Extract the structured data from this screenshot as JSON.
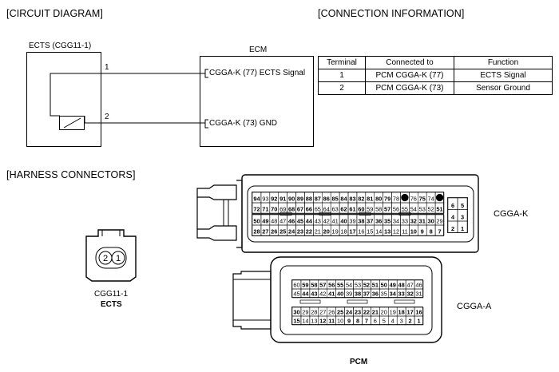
{
  "headings": {
    "circuit_diagram": "[CIRCUIT DIAGRAM]",
    "connection_info": "[CONNECTION INFORMATION]",
    "harness_connectors": "[HARNESS CONNECTORS]"
  },
  "circuit": {
    "sensor_label": "ECTS (CGG11-1)",
    "ecm_label": "ECM",
    "pin1_label": "1",
    "pin2_label": "2",
    "ecm_pin1": "CGGA-K (77)  ECTS Signal",
    "ecm_pin2": "CGGA-K (73)  GND"
  },
  "connection_table": {
    "headers": [
      "Terminal",
      "Connected to",
      "Function"
    ],
    "rows": [
      [
        "1",
        "PCM CGGA-K (77)",
        "ECTS Signal"
      ],
      [
        "2",
        "PCM CGGA-K (73)",
        "Sensor Ground"
      ]
    ]
  },
  "sensor_connector": {
    "pin_left": "2",
    "pin_right": "1",
    "name": "CGG11-1",
    "caption": "ECTS"
  },
  "cgga_k": {
    "name": "CGGA-K",
    "rows": [
      [
        "94",
        "93",
        "92",
        "91",
        "90",
        "89",
        "88",
        "87",
        "86",
        "85",
        "84",
        "83",
        "82",
        "81",
        "80",
        "79",
        "78",
        "●",
        "76",
        "75",
        "74",
        "●"
      ],
      [
        "72",
        "71",
        "70",
        "69",
        "68",
        "67",
        "66",
        "65",
        "64",
        "63",
        "62",
        "61",
        "60",
        "59",
        "58",
        "57",
        "56",
        "55",
        "54",
        "53",
        "52",
        "51"
      ],
      [
        "50",
        "49",
        "48",
        "47",
        "46",
        "45",
        "44",
        "43",
        "42",
        "41",
        "40",
        "39",
        "38",
        "37",
        "36",
        "35",
        "34",
        "33",
        "32",
        "31",
        "30",
        "29"
      ],
      [
        "28",
        "27",
        "26",
        "25",
        "24",
        "23",
        "22",
        "21",
        "20",
        "19",
        "18",
        "17",
        "16",
        "15",
        "14",
        "13",
        "12",
        "11",
        "10",
        "9",
        "8",
        "7"
      ]
    ],
    "side_rows": [
      [
        "6",
        "5"
      ],
      [
        "4",
        "3"
      ],
      [
        "2",
        "1"
      ]
    ]
  },
  "cgga_a": {
    "name": "CGGA-A",
    "rows": [
      [
        "60",
        "59",
        "58",
        "57",
        "56",
        "55",
        "54",
        "53",
        "52",
        "51",
        "50",
        "49",
        "48",
        "47",
        "46"
      ],
      [
        "45",
        "44",
        "43",
        "42",
        "41",
        "40",
        "39",
        "38",
        "37",
        "36",
        "35",
        "34",
        "33",
        "32",
        "31"
      ],
      [
        "30",
        "29",
        "28",
        "27",
        "26",
        "25",
        "24",
        "23",
        "22",
        "21",
        "20",
        "19",
        "18",
        "17",
        "16"
      ],
      [
        "15",
        "14",
        "13",
        "12",
        "11",
        "10",
        "9",
        "8",
        "7",
        "6",
        "5",
        "4",
        "3",
        "2",
        "1"
      ]
    ]
  },
  "pcm_caption": "PCM"
}
